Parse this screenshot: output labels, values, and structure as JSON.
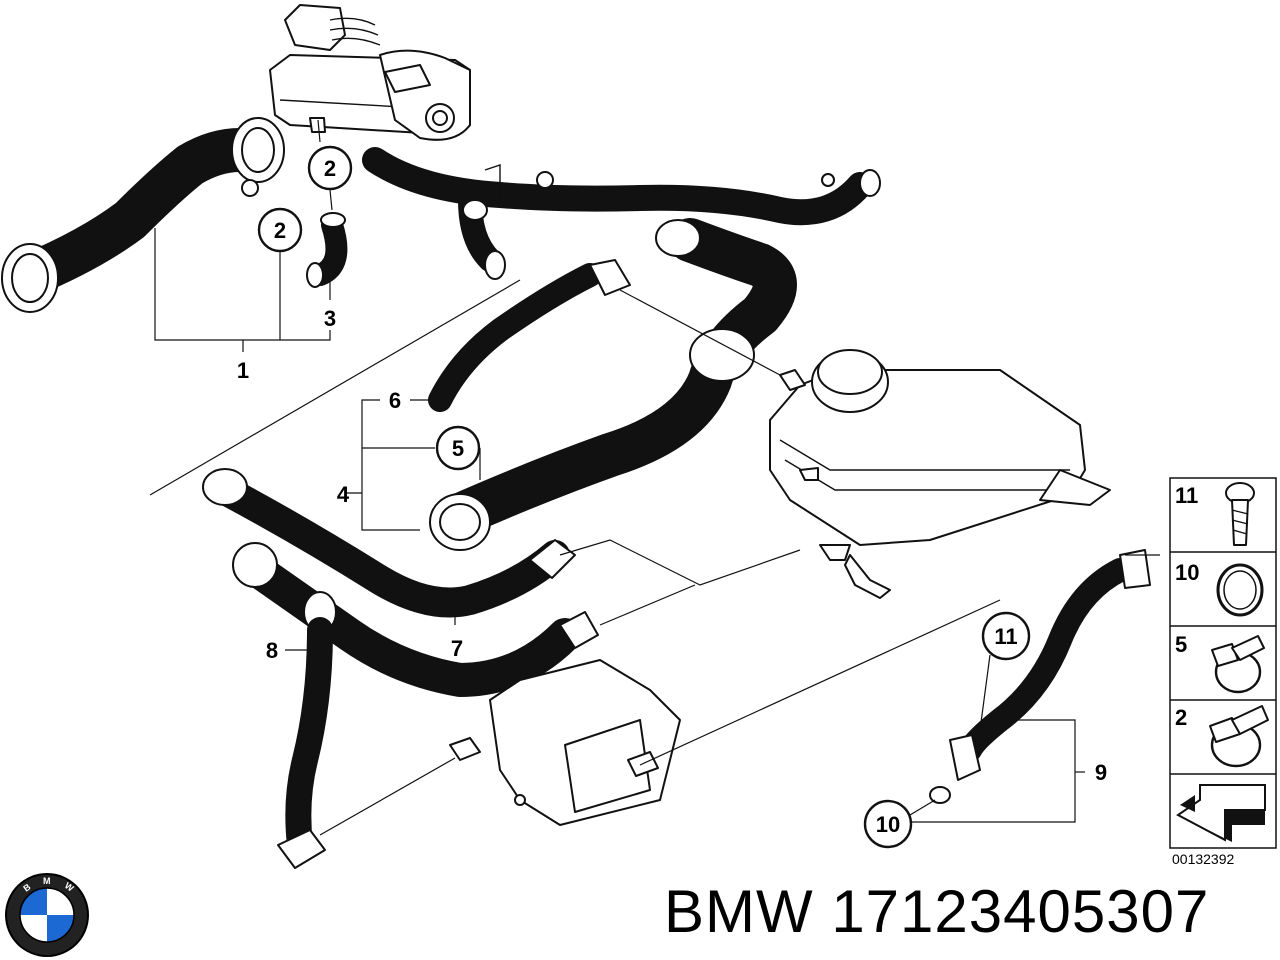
{
  "diagram": {
    "callouts": [
      {
        "id": "c1",
        "label": "1",
        "circled": false
      },
      {
        "id": "c2a",
        "label": "2",
        "circled": true
      },
      {
        "id": "c2b",
        "label": "2",
        "circled": true
      },
      {
        "id": "c3",
        "label": "3",
        "circled": false
      },
      {
        "id": "c4",
        "label": "4",
        "circled": false
      },
      {
        "id": "c5",
        "label": "5",
        "circled": true
      },
      {
        "id": "c6",
        "label": "6",
        "circled": false
      },
      {
        "id": "c7",
        "label": "7",
        "circled": false
      },
      {
        "id": "c8",
        "label": "8",
        "circled": false
      },
      {
        "id": "c9",
        "label": "9",
        "circled": false
      },
      {
        "id": "c10",
        "label": "10",
        "circled": true
      },
      {
        "id": "c11",
        "label": "11",
        "circled": true
      }
    ],
    "legend": [
      {
        "label": "11",
        "icon": "screw-icon"
      },
      {
        "label": "10",
        "icon": "seal-ring-icon"
      },
      {
        "label": "5",
        "icon": "hose-clamp-icon"
      },
      {
        "label": "2",
        "icon": "hose-clamp-icon"
      },
      {
        "label": "",
        "icon": "arrow-icon"
      }
    ],
    "doc_number": "00132392"
  },
  "footer": {
    "brand": "BMW",
    "part_number": "17123405307",
    "logo_letters": "BMW",
    "logo_colors": {
      "blue": "#1c69d4",
      "white": "#ffffff",
      "black": "#000000"
    }
  }
}
